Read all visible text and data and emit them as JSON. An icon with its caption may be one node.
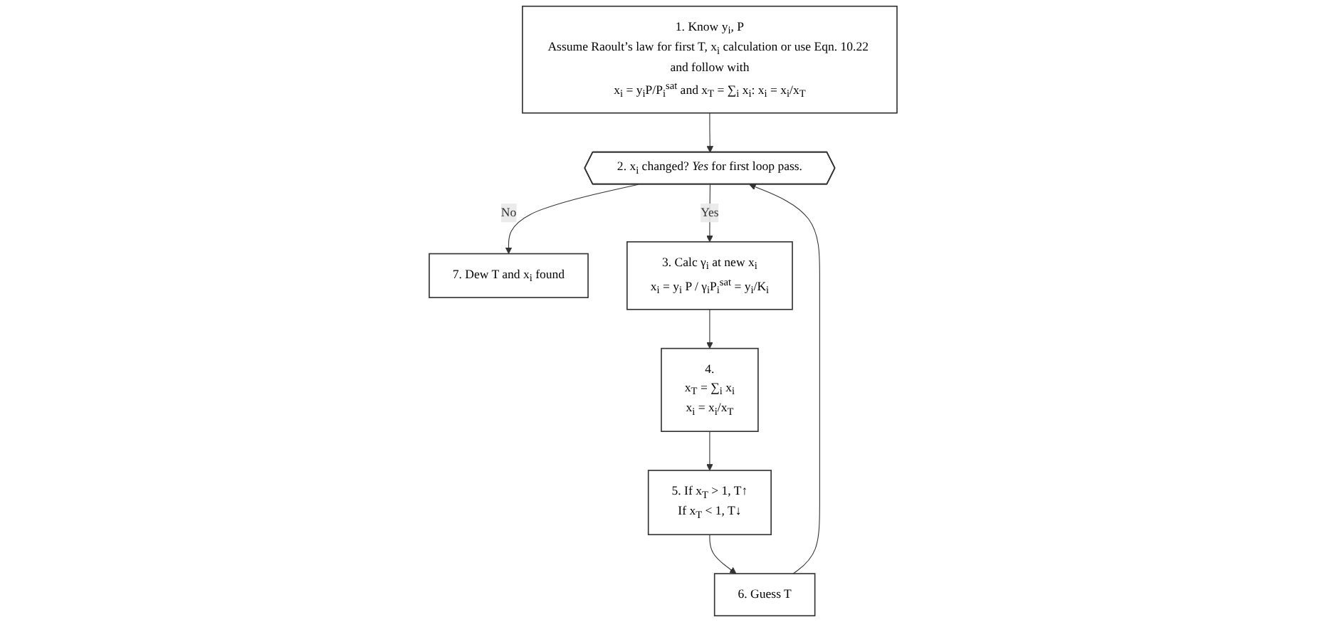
{
  "diagram": {
    "nodes": [
      {
        "text": [
          "1. Know y$_{i}$, P",
          "Assume Raoult’s law for first T, x$_{i}$ calculation or use Eqn. 10.22 and follow with",
          "x$_{i}$ = y$_{i}$P/P$_{i}$$^{sat}$ and x$_{T}$ = ∑$_{i}$ x$_{i}$: x$_{i}$ = x$_{i}$/x$_{T}$"
        ]
      },
      {
        "text": [
          "7. Dew T and x$_{i}$ found"
        ]
      },
      {
        "text": [
          "2. x$_{i}$ changed? *Yes* for first loop pass."
        ]
      },
      {
        "text": [
          "6. Guess T"
        ]
      },
      {
        "text": [
          "5. If x$_{T}$ > 1, T↑",
          "If x$_{T}$ < 1, T↓"
        ]
      },
      {
        "text": [
          "3. Calc γ$_{i}$ at new x$_{i}$",
          "x$_{i}$ = y$_{i}$ P / γ$_{i}$P$_{i}$$^{sat}$ = y$_{i}$/K$_{i}$"
        ]
      },
      {
        "text": [
          "4.",
          "x$_{T}$ = ∑$_{i}$ x$_{i}$",
          "x$_{i}$ = x$_{i}$/x$_{T}$"
        ]
      }
    ],
    "edges": [
      {
        "from": 0,
        "to": 2,
        "arrow": "to"
      },
      {
        "from": 2,
        "to": 1,
        "arrow": "to",
        "label": "No"
      },
      {
        "from": 2,
        "to": 5,
        "arrow": "to",
        "label": "Yes"
      },
      {
        "from": 5,
        "to": 6,
        "arrow": "to"
      },
      {
        "from": 6,
        "to": 4,
        "arrow": "to"
      },
      {
        "from": 4,
        "to": 3,
        "arrow": "to"
      },
      {
        "from": 3,
        "to": 2,
        "arrow": "to"
      }
    ]
  }
}
